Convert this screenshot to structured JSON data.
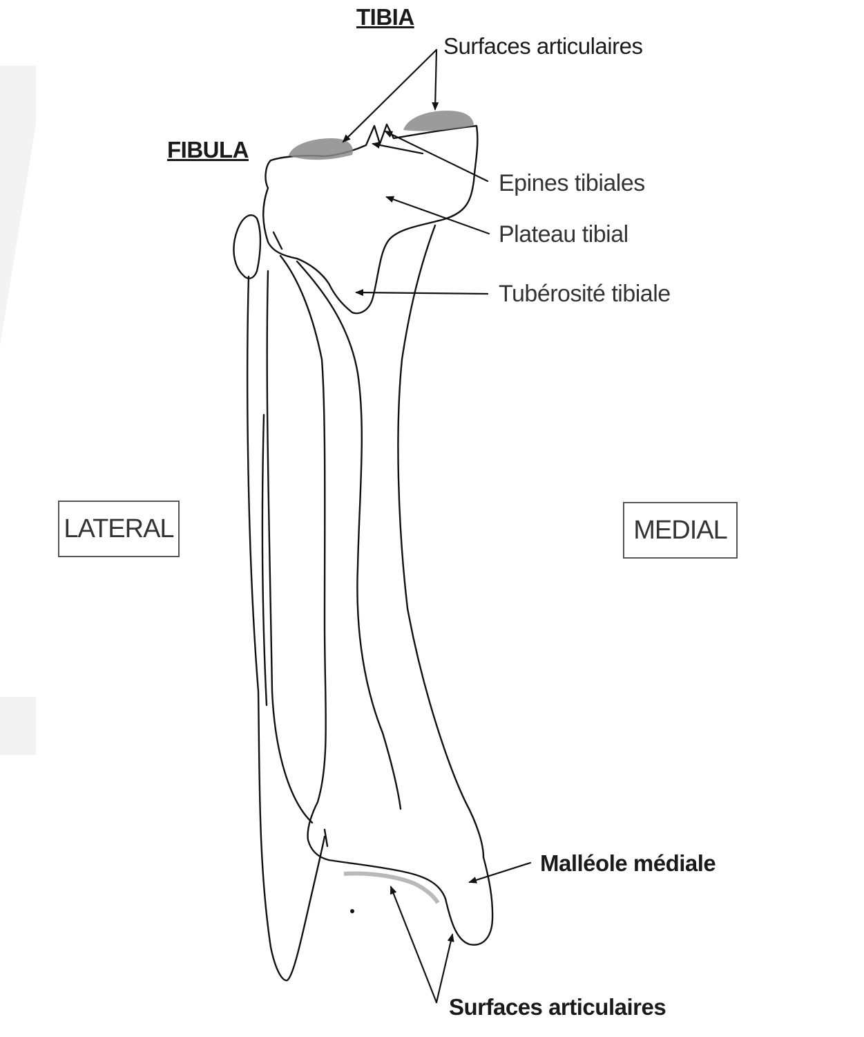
{
  "bones": {
    "tibia": "TIBIA",
    "fibula": "FIBULA"
  },
  "labels": {
    "surfaces_top": "Surfaces articulaires",
    "epines": "Epines tibiales",
    "plateau": "Plateau tibial",
    "tuberosite": "Tubérosité tibiale",
    "malleole": "Malléole médiale",
    "surfaces_bottom": "Surfaces articulaires"
  },
  "orientation": {
    "lateral": "LATERAL",
    "medial": "MEDIAL"
  },
  "colors": {
    "line": "#111111",
    "articular_fill": "#8a8a8a",
    "background": "#ffffff"
  }
}
